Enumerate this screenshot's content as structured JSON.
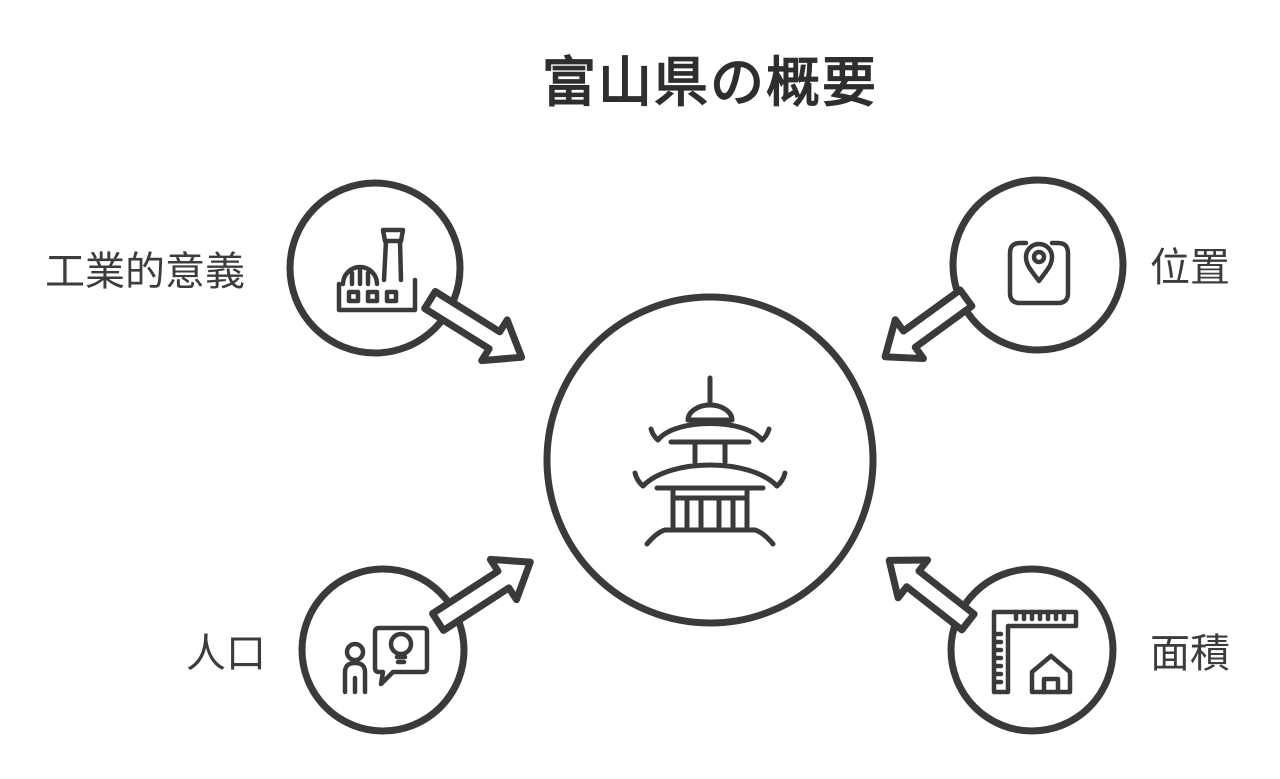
{
  "title": "富山県の概要",
  "colors": {
    "stroke": "#3a3a3a",
    "title_text": "#2e2e2e",
    "label_text": "#3c3c3c",
    "background": "#ffffff"
  },
  "center": {
    "icon": "castle-icon",
    "description": "central circle with hand-drawn castle/pagoda sketch"
  },
  "nodes": [
    {
      "id": "industry",
      "label": "工業的意義",
      "icon": "factory-icon",
      "position": "top-left"
    },
    {
      "id": "location",
      "label": "位置",
      "icon": "map-pin-icon",
      "position": "top-right"
    },
    {
      "id": "population",
      "label": "人口",
      "icon": "person-idea-icon",
      "position": "bottom-left"
    },
    {
      "id": "area",
      "label": "面積",
      "icon": "ruler-house-icon",
      "position": "bottom-right"
    }
  ],
  "arrows": [
    {
      "from": "industry",
      "to": "center"
    },
    {
      "from": "location",
      "to": "center"
    },
    {
      "from": "population",
      "to": "center"
    },
    {
      "from": "area",
      "to": "center"
    }
  ]
}
